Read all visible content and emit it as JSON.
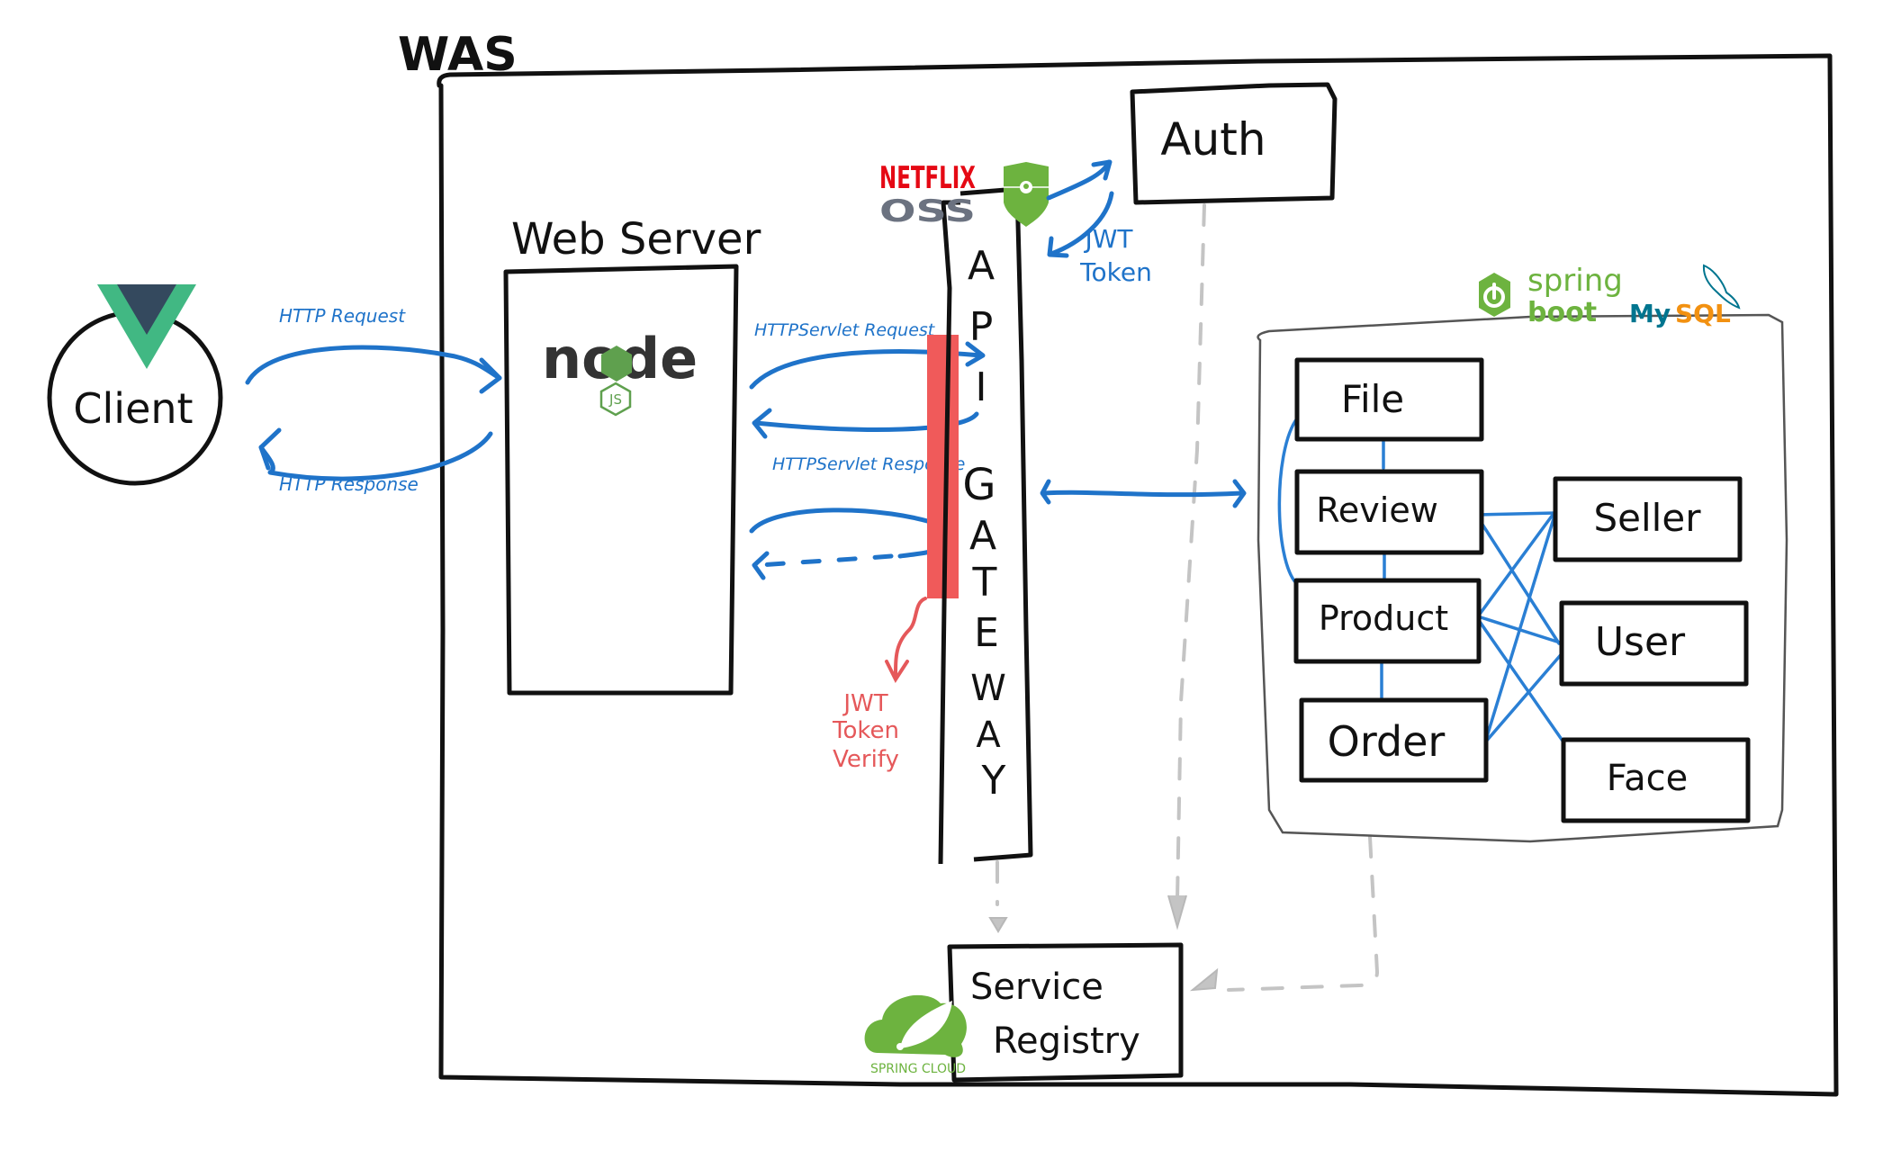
{
  "diagram": {
    "title": "WAS",
    "colors": {
      "ink": "#111111",
      "arrow_blue": "#1f73c9",
      "filter_red": "#f05a5a",
      "dashed_gray": "#c4c4c4",
      "vue_green": "#41b883",
      "vue_dark": "#34495e",
      "node_green": "#5fa04e",
      "spring_green": "#6db33f",
      "netflix_red": "#e50914",
      "oss_gray": "#6b7280",
      "mysql_blue": "#00758f",
      "mysql_orange": "#f29111"
    },
    "client": {
      "label": "Client",
      "logo": "vue-logo"
    },
    "web_server": {
      "label": "Web Server",
      "logo_text": "node",
      "logo_sub": "JS",
      "logo": "nodejs-logo"
    },
    "http": {
      "request": "HTTP Request",
      "response": "HTTP Response"
    },
    "servlet": {
      "request": "HTTPServlet Request",
      "response": "HTTPServlet Response"
    },
    "gateway": {
      "letters": [
        "A",
        "P",
        "I",
        "G",
        "A",
        "T",
        "E",
        "W",
        "A",
        "Y"
      ],
      "logo_netflix": "NETFLIX",
      "logo_oss": "OSS",
      "shield": "security-shield"
    },
    "jwt_verify": {
      "lines": [
        "JWT",
        "Token",
        "Verify"
      ]
    },
    "jwt_token": {
      "lines": [
        "JWT",
        "Token"
      ]
    },
    "auth": {
      "label": "Auth"
    },
    "service_registry": {
      "lines": [
        "Service",
        "Registry"
      ],
      "logo_caption": "SPRING CLOUD"
    },
    "services_group": {
      "logo_spring": {
        "line1": "spring",
        "line2": "boot"
      },
      "logo_mysql": {
        "my": "My",
        "sql": "SQL"
      },
      "left_column": [
        "File",
        "Review",
        "Product",
        "Order"
      ],
      "right_column": [
        "Seller",
        "User",
        "Face"
      ]
    }
  }
}
